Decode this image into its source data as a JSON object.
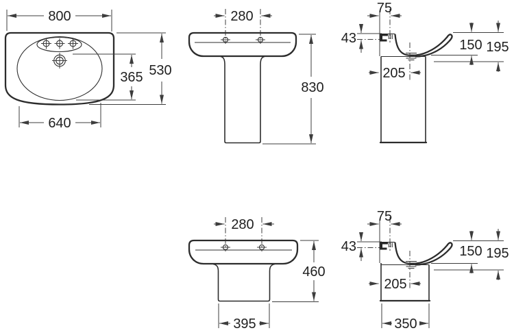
{
  "colors": {
    "background": "#ffffff",
    "object_line": "#2c2c2c",
    "dimension_line": "#3d3d3d",
    "text": "#1f1f1f"
  },
  "views": {
    "plan": {
      "overall_width": "800",
      "overall_depth": "530",
      "bowl_depth": "365",
      "bowl_width": "640"
    },
    "front_pedestal": {
      "tap_centres": "280",
      "height": "830"
    },
    "side_pedestal": {
      "tap_centre_offset": "75",
      "rim_height": "43",
      "depth_to_bowl": "150",
      "depth_to_trap": "195",
      "drain_offset": "205"
    },
    "front_semipedestal": {
      "tap_centres": "280",
      "height": "460",
      "pedestal_width": "395"
    },
    "side_semipedestal": {
      "tap_centre_offset": "75",
      "rim_height": "43",
      "depth_to_bowl": "150",
      "depth_to_trap": "195",
      "drain_offset": "205",
      "pedestal_depth": "350"
    }
  }
}
